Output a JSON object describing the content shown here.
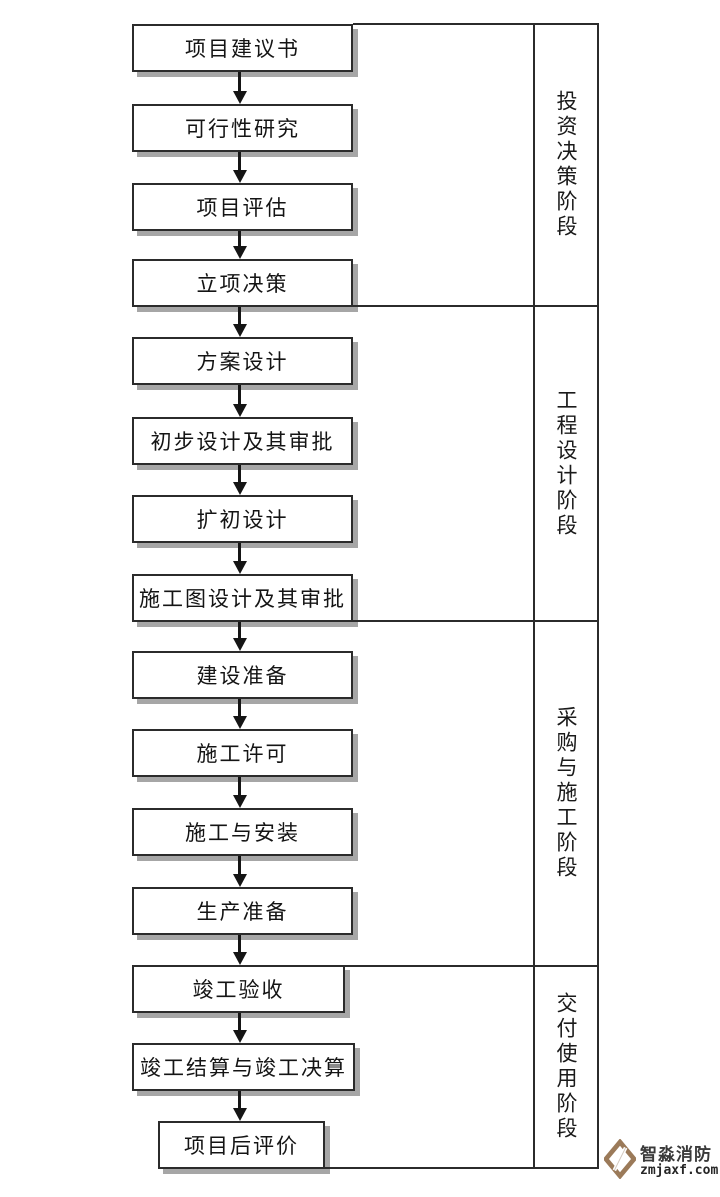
{
  "diagram": {
    "boxes": [
      "项目建议书",
      "可行性研究",
      "项目评估",
      "立项决策",
      "方案设计",
      "初步设计及其审批",
      "扩初设计",
      "施工图设计及其审批",
      "建设准备",
      "施工许可",
      "施工与安装",
      "生产准备",
      "竣工验收",
      "竣工结算与竣工决算",
      "项目后评价"
    ],
    "stages": [
      "投资决策阶段",
      "工程设计阶段",
      "采购与施工阶段",
      "交付使用阶段"
    ]
  },
  "watermark": {
    "brand": "智淼消防",
    "site": "zmjaxf.com",
    "logo_color": "#9b7a59"
  },
  "colors": {
    "line": "#2b2b2b",
    "box_shadow": "#a6a6a6",
    "text": "#141414"
  }
}
